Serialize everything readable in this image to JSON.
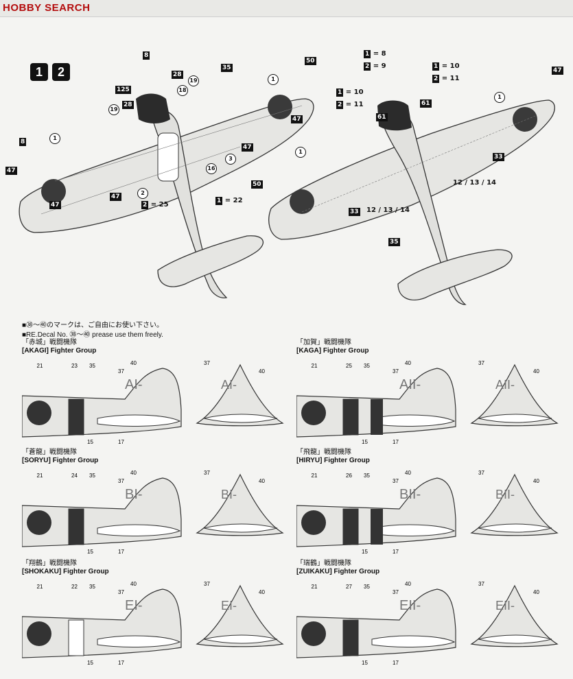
{
  "header": {
    "brand": "HOBBY SEARCH"
  },
  "badges": [
    "1",
    "2"
  ],
  "top_left_callouts": [
    "8",
    "1",
    "125",
    "28",
    "28",
    "18",
    "19",
    "35",
    "50",
    "19",
    "47",
    "47",
    "3",
    "16",
    "1",
    "8",
    "47",
    "47",
    "2",
    "25",
    "22",
    "47"
  ],
  "top_right_callouts": [
    "8",
    "9",
    "10",
    "11",
    "10",
    "11",
    "61",
    "61",
    "47",
    "1",
    "33",
    "12 / 13 / 14",
    "12 / 13 / 14",
    "50",
    "1",
    "33",
    "35"
  ],
  "legend": {
    "line1": "■㊳～㊵のマークは、ご自由にお使い下さい。",
    "line2": "■RE.Decal No. ㊳～㊵ prease use them freely."
  },
  "groups": [
    {
      "jp": "「赤城」戦闘機隊",
      "en": "[AKAGI] Fighter Group",
      "code": "AI-",
      "hinomaru": "21",
      "stripe": "23",
      "nums": [
        "35",
        "15",
        "17",
        "40",
        "37",
        "37",
        "40"
      ]
    },
    {
      "jp": "「加賀」戦闘機隊",
      "en": "[KAGA] Fighter Group",
      "code": "AII-",
      "hinomaru": "21",
      "stripe": "25",
      "nums": [
        "35",
        "15",
        "17",
        "40",
        "37",
        "37",
        "40"
      ]
    },
    {
      "jp": "「蒼龍」戦闘機隊",
      "en": "[SORYU] Fighter Group",
      "code": "BI-",
      "hinomaru": "21",
      "stripe": "24",
      "nums": [
        "35",
        "15",
        "17",
        "40",
        "37",
        "37",
        "40"
      ]
    },
    {
      "jp": "「飛龍」戦闘機隊",
      "en": "[HIRYU] Fighter Group",
      "code": "BII-",
      "hinomaru": "21",
      "stripe": "26",
      "nums": [
        "35",
        "15",
        "17",
        "40",
        "37",
        "37",
        "40"
      ]
    },
    {
      "jp": "「翔鶴」戦闘機隊",
      "en": "[SHOKAKU] Fighter Group",
      "code": "EI-",
      "hinomaru": "21",
      "stripe": "22",
      "nums": [
        "35",
        "15",
        "17",
        "40",
        "37",
        "37",
        "40"
      ]
    },
    {
      "jp": "「瑞鶴」戦闘機隊",
      "en": "[ZUIKAKU] Fighter Group",
      "code": "EII-",
      "hinomaru": "21",
      "stripe": "27",
      "nums": [
        "35",
        "15",
        "17",
        "40",
        "37",
        "37",
        "40"
      ]
    }
  ]
}
